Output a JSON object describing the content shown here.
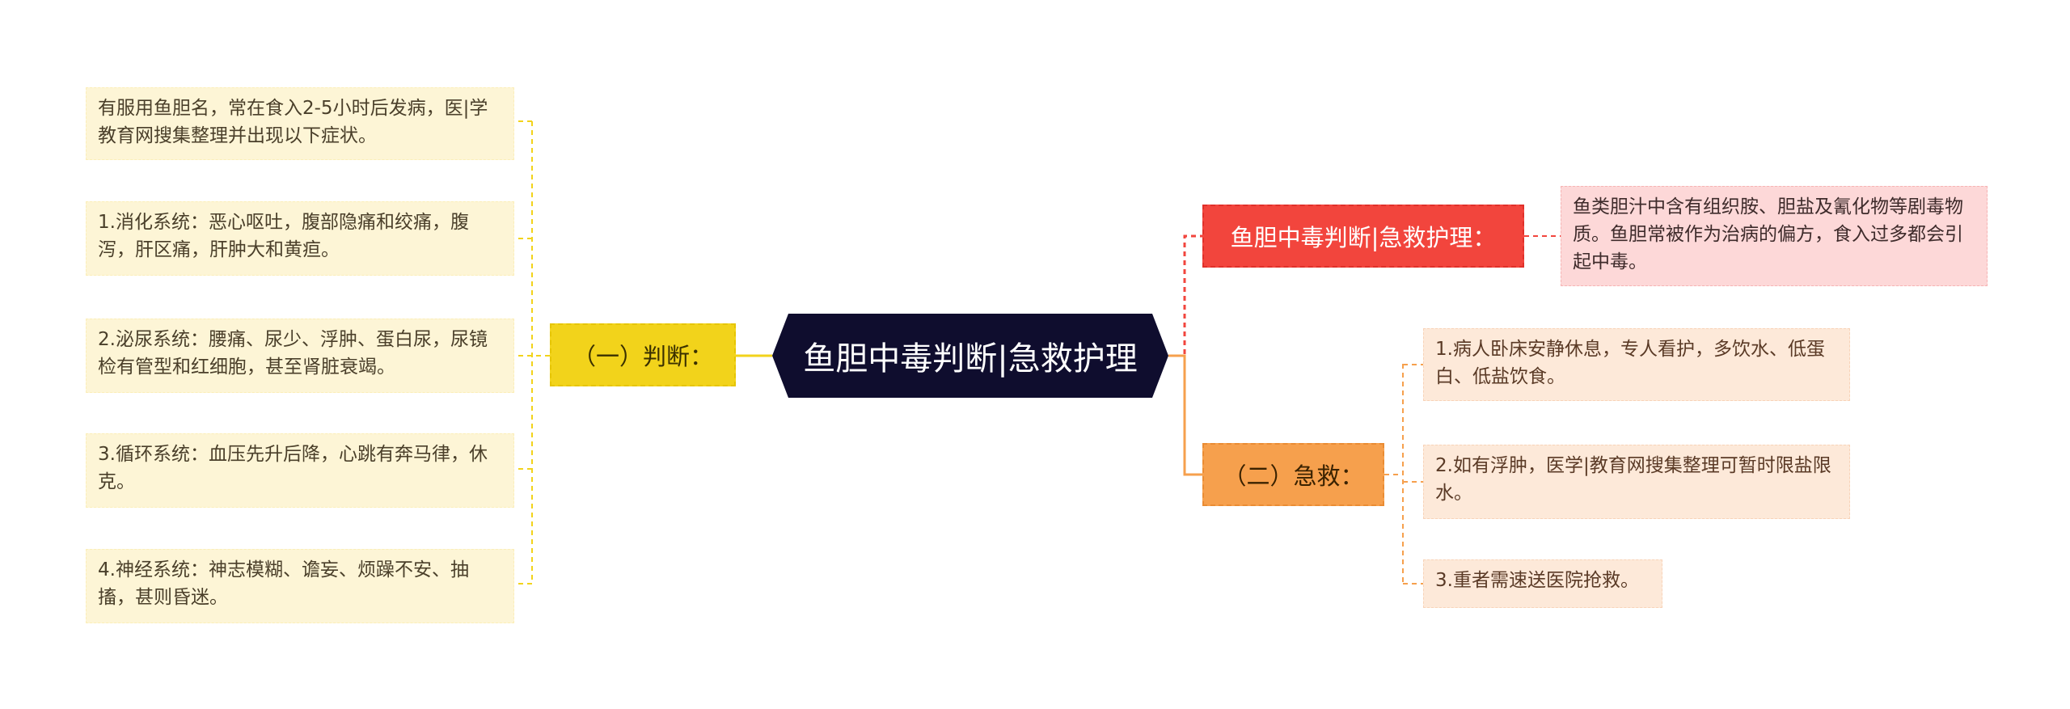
{
  "center": {
    "title": "鱼胆中毒判断|急救护理"
  },
  "left_branch": {
    "label": "（一）判断：",
    "items": [
      "有服用鱼胆名，常在食入2-5小时后发病，医|学教育网搜集整理并出现以下症状。",
      "1.消化系统：恶心呕吐，腹部隐痛和绞痛，腹泻，肝区痛，肝肿大和黄疸。",
      "2.泌尿系统：腰痛、尿少、浮肿、蛋白尿，尿镜检有管型和红细胞，甚至肾脏衰竭。",
      "3.循环系统：血压先升后降，心跳有奔马律，休克。",
      "4.神经系统：神志模糊、谵妄、烦躁不安、抽搐，甚则昏迷。"
    ]
  },
  "right_branch_1": {
    "label": "鱼胆中毒判断|急救护理：",
    "items": [
      "鱼类胆汁中含有组织胺、胆盐及氰化物等剧毒物质。鱼胆常被作为治病的偏方，食入过多都会引起中毒。"
    ]
  },
  "right_branch_2": {
    "label": "（二）急救：",
    "items": [
      "1.病人卧床安静休息，专人看护，多饮水、低蛋白、低盐饮食。",
      "2.如有浮肿，医学|教育网搜集整理可暂时限盐限水。",
      "3.重者需速送医院抢救。"
    ]
  },
  "colors": {
    "center_bg": "#0f0d2e",
    "left_branch": "#f2d31b",
    "left_leaf": "#fdf5d6",
    "left_line": "#f2d31b",
    "right1_branch": "#f2453d",
    "right1_leaf": "#fdd8d8",
    "right1_line": "#f2453d",
    "right2_branch": "#f6a04d",
    "right2_leaf": "#fde9d9",
    "right2_line": "#f6a04d"
  }
}
